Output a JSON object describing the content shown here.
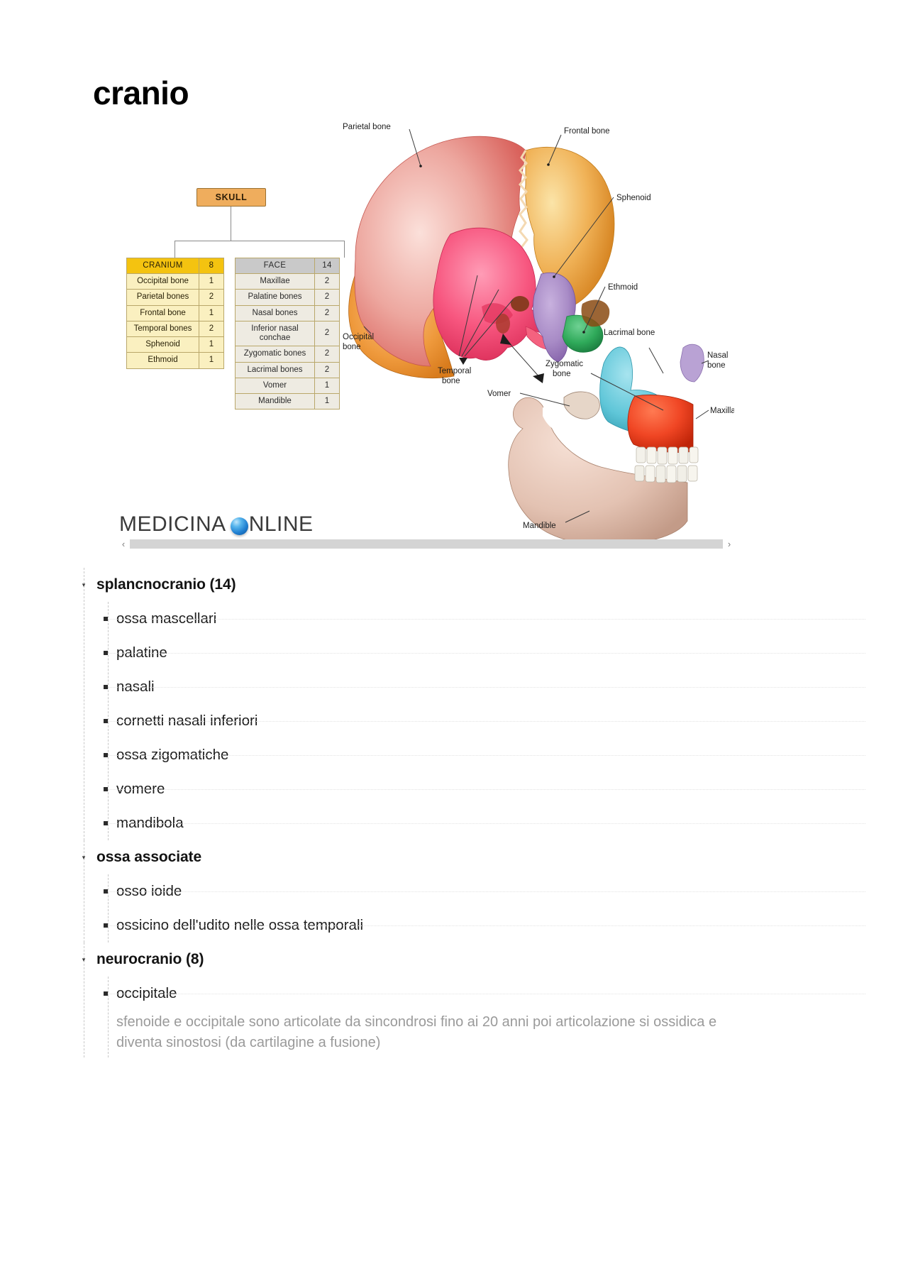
{
  "page": {
    "title": "cranio"
  },
  "embedded_image": {
    "alt_name": "skull-bones-diagram",
    "logo": {
      "text_before": "MEDICINA",
      "text_after": "NLINE",
      "sphere_icon": "blue-sphere-icon"
    },
    "scrollbar": {
      "left_arrow": "‹",
      "right_arrow": "›"
    },
    "flowchart": {
      "root": "SKULL",
      "cranium_table": {
        "header": [
          "CRANIUM",
          "8"
        ],
        "rows": [
          [
            "Occipital bone",
            "1"
          ],
          [
            "Parietal bones",
            "2"
          ],
          [
            "Frontal bone",
            "1"
          ],
          [
            "Temporal bones",
            "2"
          ],
          [
            "Sphenoid",
            "1"
          ],
          [
            "Ethmoid",
            "1"
          ]
        ]
      },
      "face_table": {
        "header": [
          "FACE",
          "14"
        ],
        "rows": [
          [
            "Maxillae",
            "2"
          ],
          [
            "Palatine bones",
            "2"
          ],
          [
            "Nasal bones",
            "2"
          ],
          [
            "Inferior nasal conchae",
            "2"
          ],
          [
            "Zygomatic bones",
            "2"
          ],
          [
            "Lacrimal bones",
            "2"
          ],
          [
            "Vomer",
            "1"
          ],
          [
            "Mandible",
            "1"
          ]
        ]
      }
    },
    "illustration_labels": {
      "parietal": "Parietal bone",
      "frontal": "Frontal bone",
      "sphenoid": "Sphenoid",
      "ethmoid": "Ethmoid",
      "occipital": "Occipital\nbone",
      "occipital_l1": "Occipital",
      "occipital_l2": "bone",
      "temporal_l1": "Temporal",
      "temporal_l2": "bone",
      "vomer": "Vomer",
      "zygomatic_l1": "Zygomatic",
      "zygomatic_l2": "bone",
      "lacrimal": "Lacrimal bone",
      "nasal_l1": "Nasal",
      "nasal_l2": "bone",
      "maxilla": "Maxilla",
      "mandible": "Mandible"
    },
    "colors": {
      "parietal": "#e8918c",
      "frontal": "#eeac4e",
      "sphenoid": "#a98ac4",
      "ethmoid": "#2faa5a",
      "temporal": "#f5557f",
      "occipital": "#ef9234",
      "zygomatic": "#5fc6d8",
      "maxilla": "#ef4123",
      "mandible": "#e2c4b7",
      "skull_box": "#efad5d",
      "cranium_header": "#f4c310",
      "cranium_row": "#faf0c0",
      "face_header": "#c9c9c9",
      "face_row": "#eeebe2"
    }
  },
  "outline": {
    "sections": [
      {
        "caret": "▾",
        "heading": "splancnocranio (14)",
        "items": [
          "ossa mascellari",
          "palatine",
          "nasali",
          "cornetti nasali inferiori",
          "ossa zigomatiche",
          "vomere",
          "mandibola"
        ]
      },
      {
        "caret": "▾",
        "heading": "ossa associate",
        "items": [
          "osso ioide",
          "ossicino dell'udito nelle ossa temporali"
        ]
      },
      {
        "caret": "▾",
        "heading": "neurocranio (8)",
        "items": [
          "occipitale"
        ],
        "note": "sfenoide e occipitale sono articolate da sincondrosi fino ai 20 anni poi articolazione si ossidica e diventa sinostosi (da cartilagine a fusione)"
      }
    ]
  }
}
